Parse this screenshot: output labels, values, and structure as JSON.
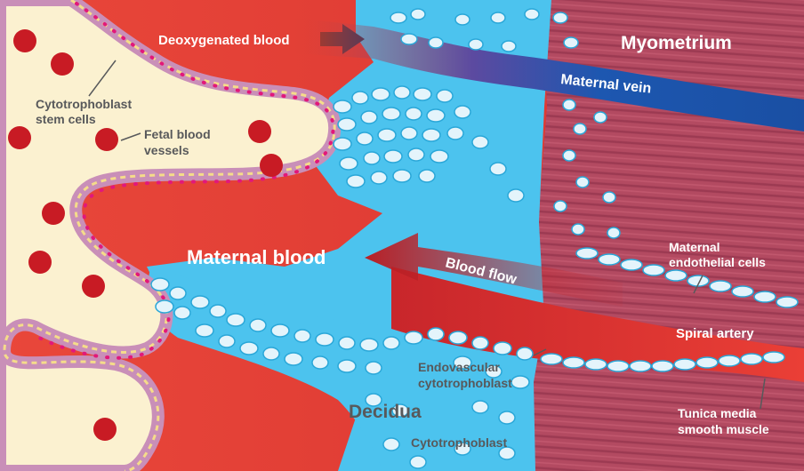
{
  "labels": {
    "deoxygenated_blood": "Deoxygenated blood",
    "myometrium": "Myometrium",
    "cytotrophoblast_stem_1": "Cytotrophoblast",
    "cytotrophoblast_stem_2": "stem cells",
    "fetal_blood_1": "Fetal blood",
    "fetal_blood_2": "vessels",
    "maternal_vein": "Maternal vein",
    "maternal_blood": "Maternal blood",
    "blood_flow": "Blood flow",
    "endothelial_1": "Maternal",
    "endothelial_2": "endothelial cells",
    "spiral_artery": "Spiral artery",
    "endovascular_1": "Endovascular",
    "endovascular_2": "cytotrophoblast",
    "decidua": "Decidua",
    "cytotrophoblast": "Cytotrophoblast",
    "tunica_1": "Tunica media",
    "tunica_2": "smooth muscle"
  },
  "colors": {
    "maternal_blood": "#e8453c",
    "dark_red": "#c8262b",
    "villus": "#fbf1d0",
    "syncytium": "#c98fb8",
    "decidua": "#4cc3ee",
    "myometrium": "#b34a61",
    "vein": "#1d57b0",
    "cell": "#e4f4fb",
    "fetal_vessel": "#c81b24",
    "text_dark": "#58595b",
    "text_light": "#ffffff"
  }
}
